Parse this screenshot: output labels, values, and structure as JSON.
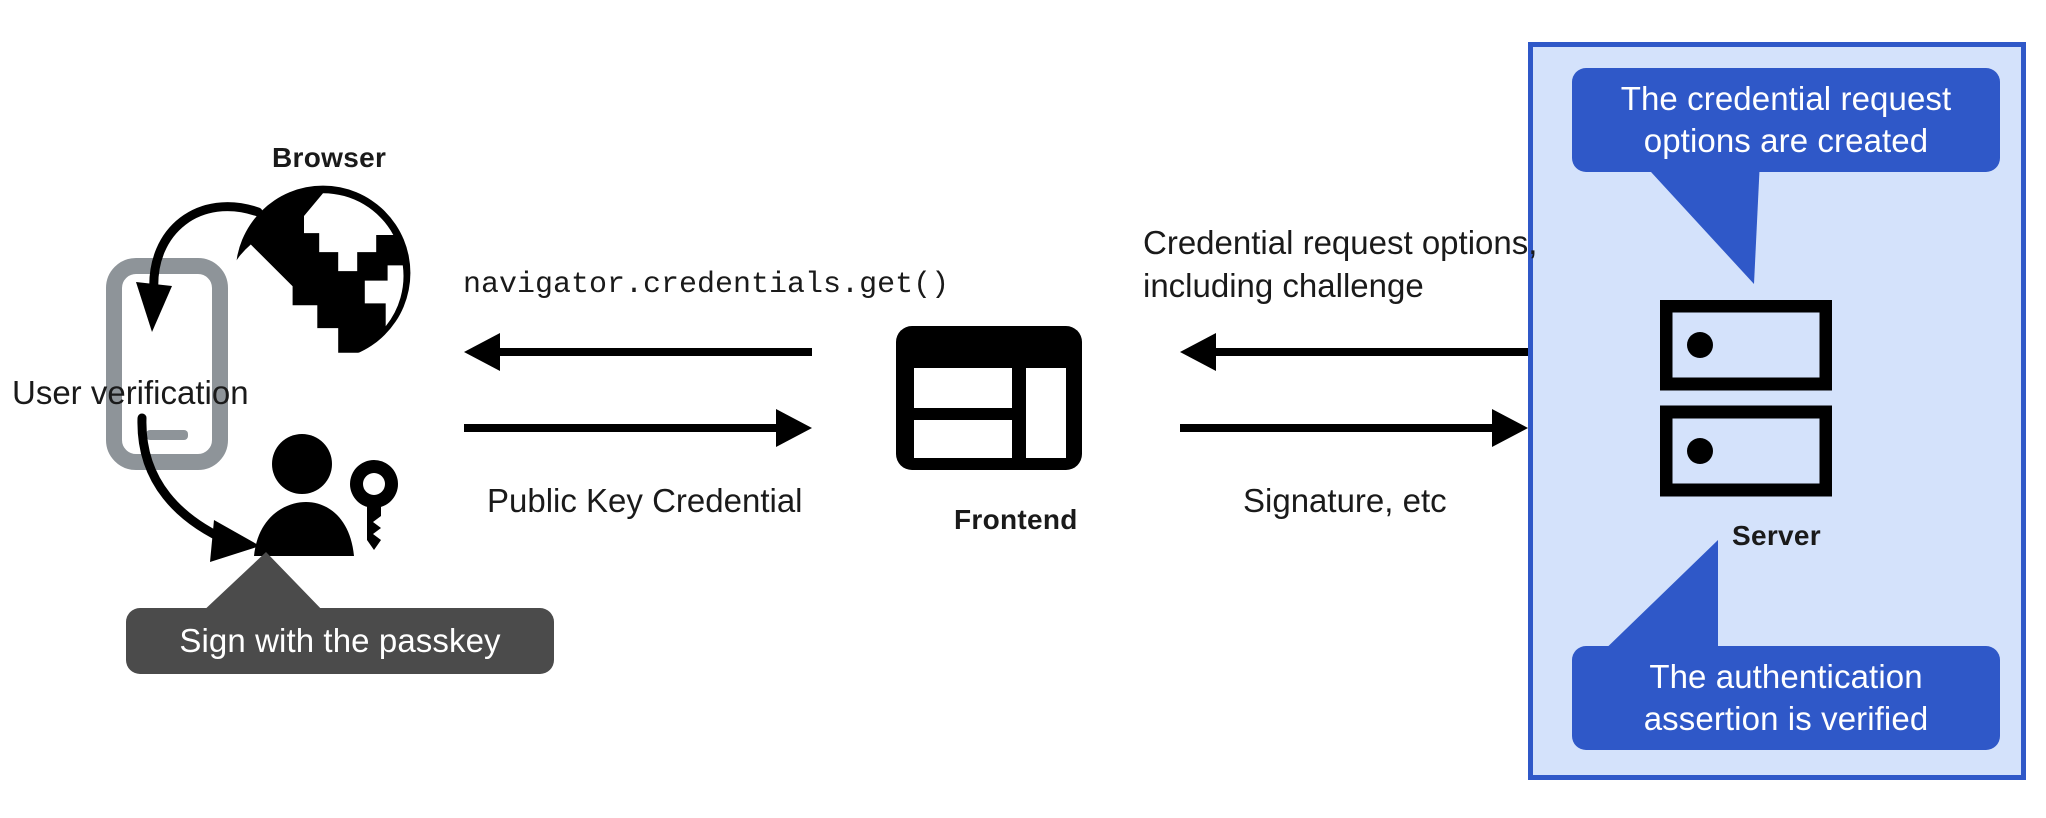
{
  "diagram": {
    "title": "WebAuthn passkey authentication flow",
    "background": "#ffffff"
  },
  "colors": {
    "panel_fill": "#d4e2fb",
    "panel_border": "#2f58c8",
    "callout_blue": "#2f58c8",
    "callout_dark": "#4b4b4b",
    "icon_black": "#000000",
    "phone_gray": "#8e9499",
    "text": "#1a1a1a"
  },
  "nodes": {
    "browser": {
      "label": "Browser",
      "icon": "globe-icon"
    },
    "frontend": {
      "label": "Frontend",
      "icon": "layout-window-icon"
    },
    "server": {
      "label": "Server",
      "icon": "server-racks-icon"
    },
    "phone": {
      "icon": "mobile-phone-icon"
    },
    "user": {
      "icon": "person-with-key-icon"
    }
  },
  "labels": {
    "user_verification": "User verification",
    "navigator_call": "navigator.credentials.get()",
    "public_key_credential": "Public Key Credential",
    "credential_request_options": "Credential request options,\\nincluding challenge",
    "signature_etc": "Signature, etc"
  },
  "callouts": [
    {
      "id": "credential-request-options-created",
      "text": "The credential request\\noptions are created",
      "style": "blue",
      "tail": "down"
    },
    {
      "id": "authentication-assertion-verified",
      "text": "The authentication\\nassertion is verified",
      "style": "blue",
      "tail": "up"
    },
    {
      "id": "sign-with-the-passkey",
      "text": "Sign with the passkey",
      "style": "dark",
      "tail": "up"
    }
  ],
  "arrows": [
    {
      "id": "frontend-to-browser",
      "direction": "left",
      "label": "navigator.credentials.get()"
    },
    {
      "id": "browser-to-frontend",
      "direction": "right",
      "label": "Public Key Credential"
    },
    {
      "id": "server-to-frontend",
      "direction": "left",
      "label": "Credential request options, including challenge"
    },
    {
      "id": "frontend-to-server",
      "direction": "right",
      "label": "Signature, etc"
    }
  ]
}
